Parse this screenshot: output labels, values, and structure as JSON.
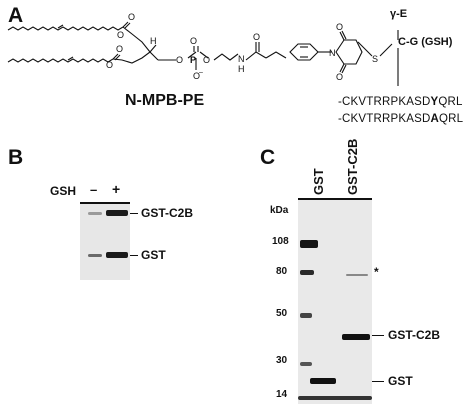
{
  "panels": {
    "a": {
      "letter": "A",
      "compound_name": "N-MPB-PE",
      "gamma_e": "γ-E",
      "cg_gsh": "C-G (GSH)",
      "sequences": [
        {
          "pre": "-CKVTRRPKASD",
          "bold": "Y",
          "post": "QRL"
        },
        {
          "pre": "-CKVTRRPKASD",
          "bold": "A",
          "post": "QRL"
        }
      ]
    },
    "b": {
      "letter": "B",
      "condition_label": "GSH",
      "lanes": [
        "–",
        "+"
      ],
      "band_labels": [
        "GST-C2B",
        "GST"
      ]
    },
    "c": {
      "letter": "C",
      "unit_label": "kDa",
      "markers": [
        "108",
        "80",
        "50",
        "30",
        "14"
      ],
      "lanes": [
        "GST",
        "GST-C2B"
      ],
      "band_labels": [
        "GST-C2B",
        "GST"
      ],
      "asterisk": "*"
    }
  }
}
